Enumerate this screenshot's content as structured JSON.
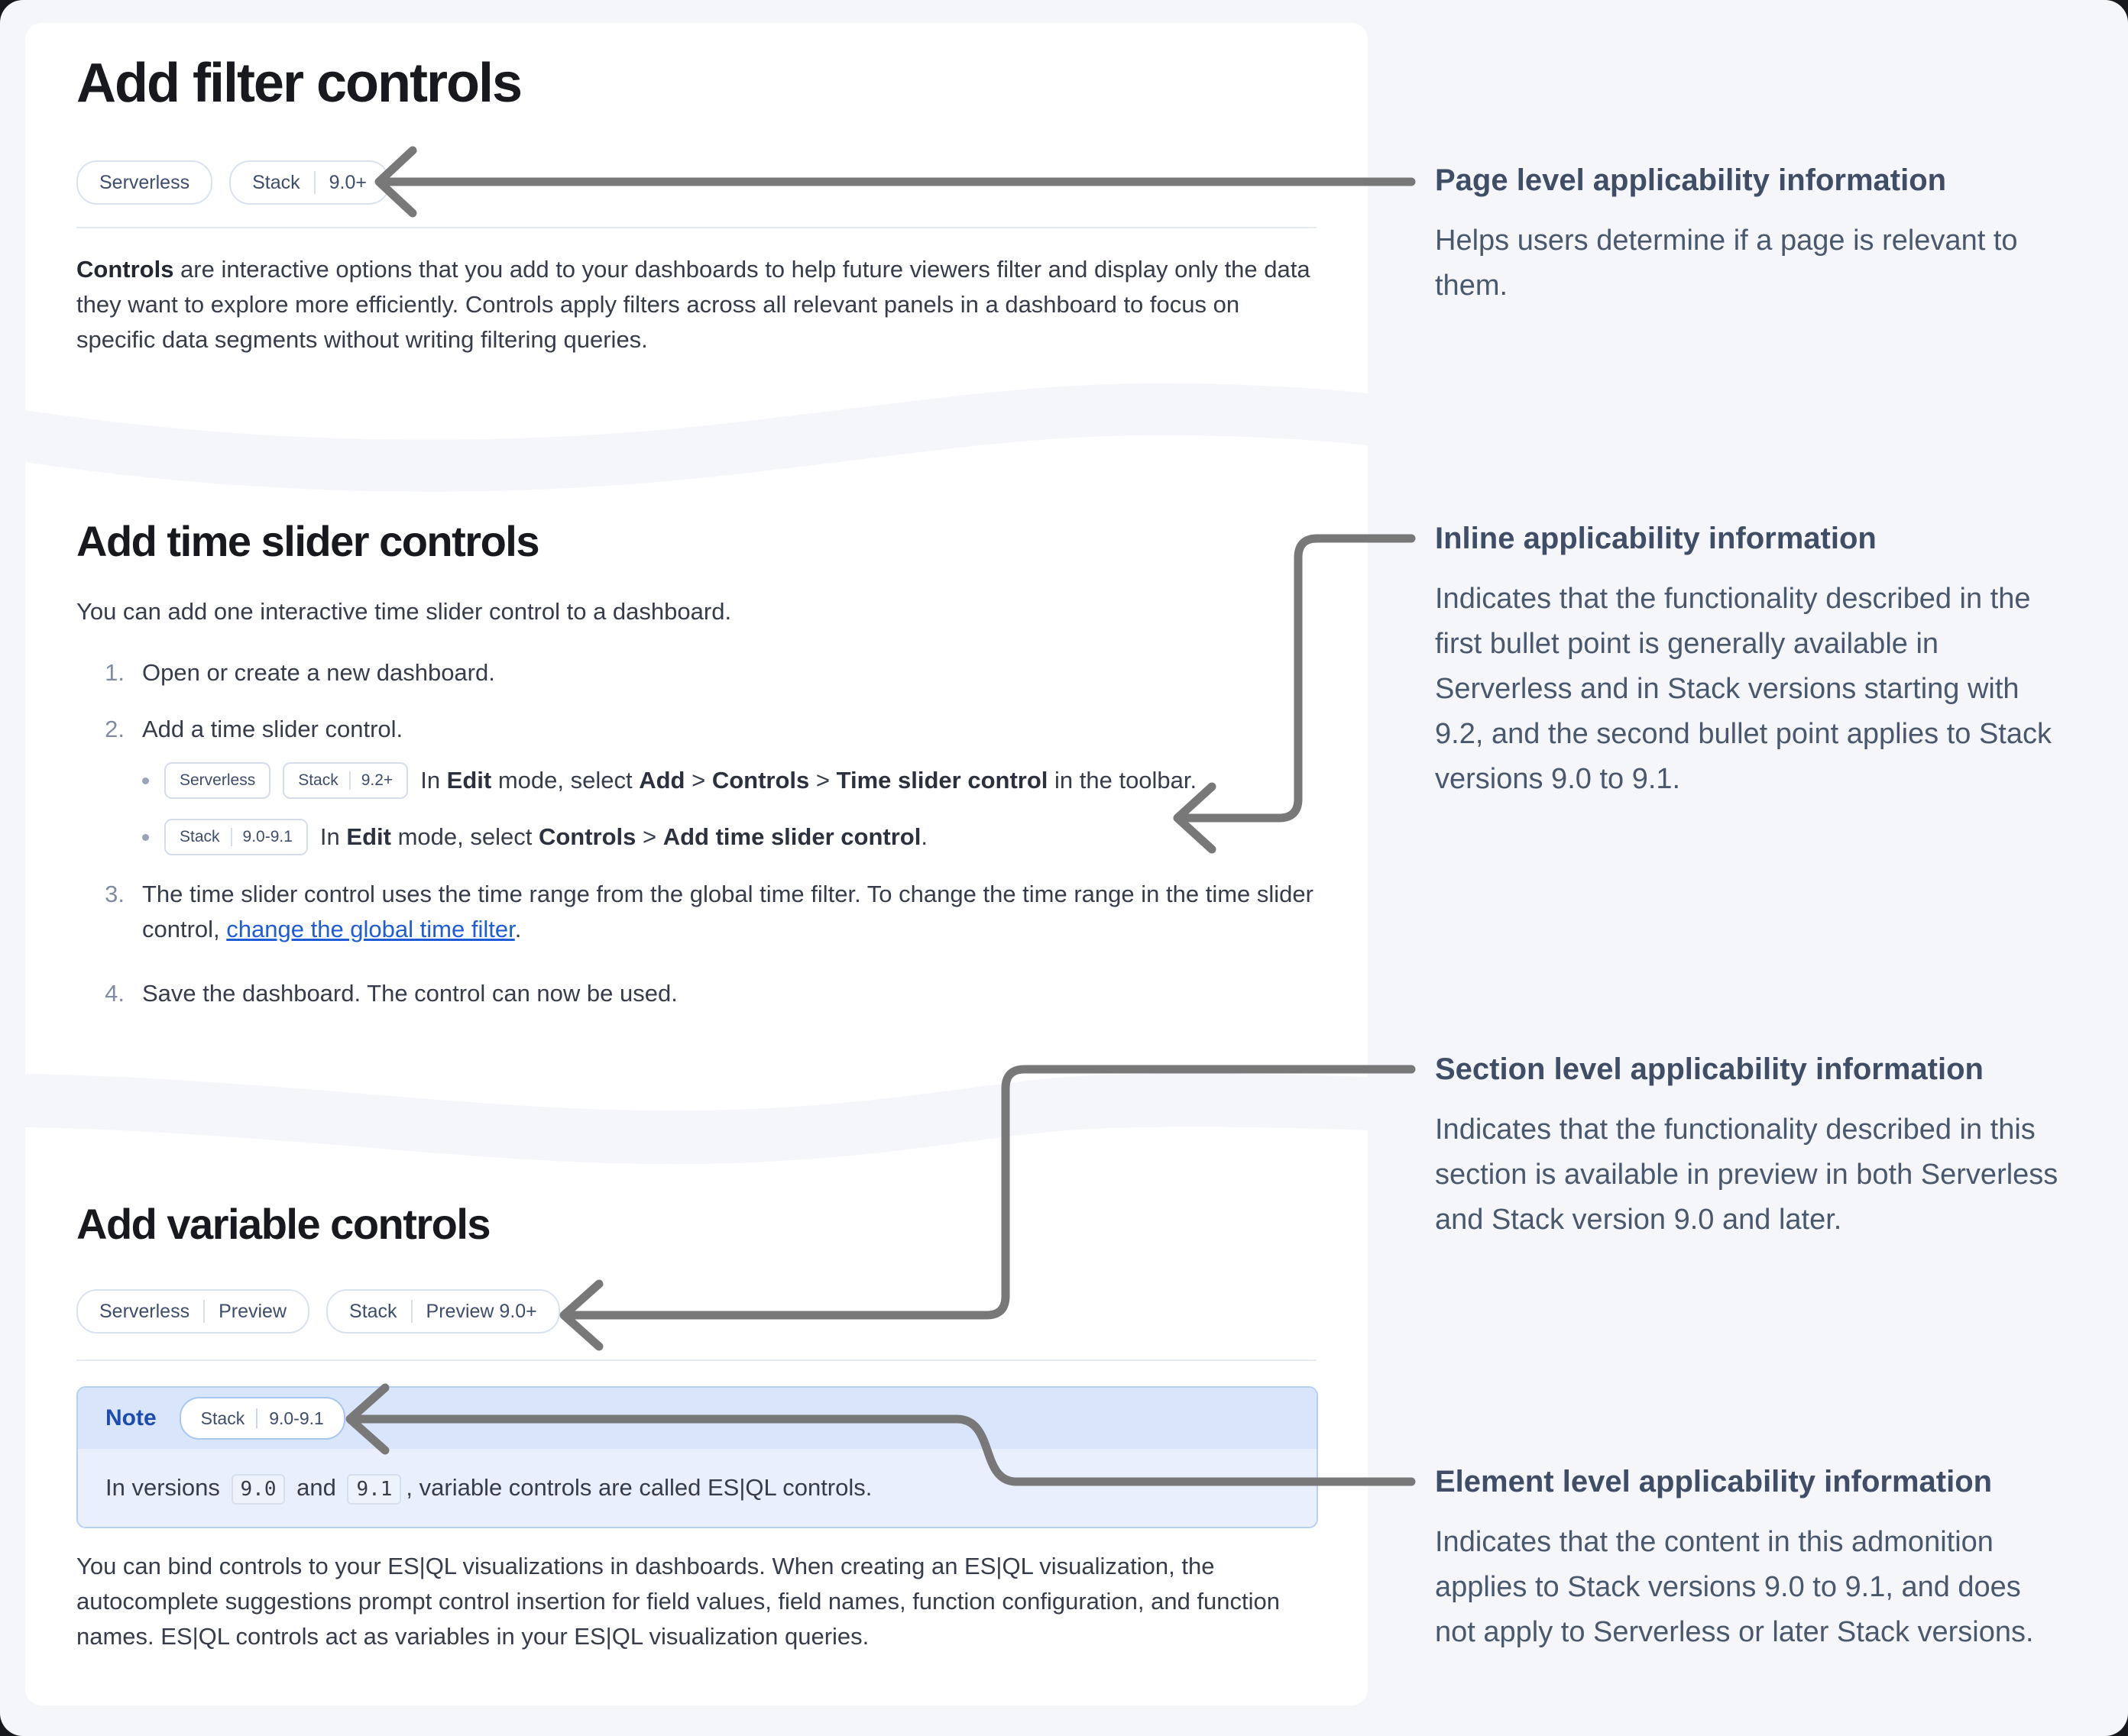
{
  "cards": {
    "filter": {
      "title": "Add filter controls",
      "badge_serverless": "Serverless",
      "badge_stack": "Stack",
      "badge_stack_version": "9.0+",
      "para_lead": "Controls",
      "para_rest": " are interactive options that you add to your dashboards to help future viewers filter and display only the data they want to explore more efficiently. Controls apply filters across all relevant panels in a dashboard to focus on specific data segments without writing filtering queries."
    },
    "time_slider": {
      "title": "Add time slider controls",
      "intro": "You can add one interactive time slider control to a dashboard.",
      "step1_num": "1.",
      "step1": "Open or create a new dashboard.",
      "step2_num": "2.",
      "step2": "Add a time slider control.",
      "b1_badge_serverless": "Serverless",
      "b1_badge_stack": "Stack",
      "b1_badge_version": "9.2+",
      "b1_t1": "In ",
      "b1_bold1": "Edit",
      "b1_t2": " mode, select ",
      "b1_bold2": "Add",
      "b1_t3": " > ",
      "b1_bold3": "Controls",
      "b1_t4": " > ",
      "b1_bold4": "Time slider control",
      "b1_t5": " in the toolbar.",
      "b2_badge_stack": "Stack",
      "b2_badge_version": "9.0-9.1",
      "b2_t1": "In ",
      "b2_bold1": "Edit",
      "b2_t2": " mode, select ",
      "b2_bold2": "Controls",
      "b2_t3": " > ",
      "b2_bold3": "Add time slider control",
      "b2_t4": ".",
      "step3_num": "3.",
      "step3_text": "The time slider control uses the time range from the global time filter. To change the time range in the time slider control, ",
      "step3_link": "change the global time filter",
      "step3_end": ".",
      "step4_num": "4.",
      "step4": "Save the dashboard. The control can now be used."
    },
    "variable": {
      "title": "Add variable controls",
      "badge1_a": "Serverless",
      "badge1_b": "Preview",
      "badge2_a": "Stack",
      "badge2_b": "Preview 9.0+",
      "note_label": "Note",
      "note_badge_a": "Stack",
      "note_badge_b": "9.0-9.1",
      "note_t1": "In versions ",
      "note_code1": "9.0",
      "note_t2": " and ",
      "note_code2": "9.1",
      "note_t3": ", variable controls are called ES|QL controls.",
      "para": "You can bind controls to your ES|QL visualizations in dashboards. When creating an ES|QL visualization, the autocomplete suggestions prompt control insertion for field values, field names, function configuration, and function names. ES|QL controls act as variables in your ES|QL visualization queries."
    }
  },
  "annotations": [
    {
      "title": "Page level applicability information",
      "body": "Helps users determine if a page is relevant to them."
    },
    {
      "title": "Inline applicability information",
      "body": "Indicates that the functionality described in the first bullet point is generally available in Serverless and in Stack versions starting with 9.2, and the second bullet point applies to Stack versions 9.0 to 9.1."
    },
    {
      "title": "Section level applicability information",
      "body": "Indicates that the functionality described in this section is available in preview in both Serverless and Stack version 9.0 and later."
    },
    {
      "title": "Element level applicability information",
      "body": "Indicates that the content in this admonition applies to Stack versions 9.0 to 9.1, and does not apply to Serverless or later Stack versions."
    }
  ],
  "colors": {
    "page_bg": "#f4f6fa",
    "card_bg": "#ffffff",
    "arrow_gray": "#787878",
    "annotation_slate": "#3f4e66",
    "link_blue": "#1f5dd6",
    "note_label_blue": "#1d4cb0",
    "note_border": "#b6cff2",
    "note_header_bg": "#d8e5fa",
    "note_body_bg": "#e9effc",
    "badge_text": "#3e4d6b"
  }
}
